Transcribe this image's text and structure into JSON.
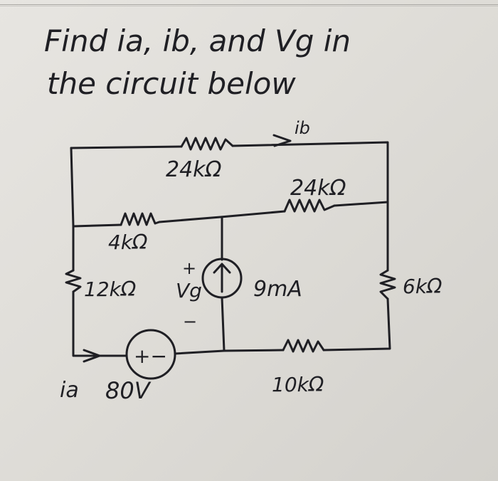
{
  "problem": {
    "line1": "Find ia, ib, and Vg in",
    "line2": "the circuit below"
  },
  "labels": {
    "ib": "ib",
    "r_top": "24kΩ",
    "r_right_upper": "24kΩ",
    "r_left_upper": "4kΩ",
    "r_left": "12kΩ",
    "vg_plus": "+",
    "vg": "Vg",
    "vg_minus": "−",
    "source_current": "9mA",
    "r_right": "6kΩ",
    "voltage_source_sign": "+−",
    "ia": "ia",
    "voltage_source": "80V",
    "r_bottom": "10kΩ"
  }
}
